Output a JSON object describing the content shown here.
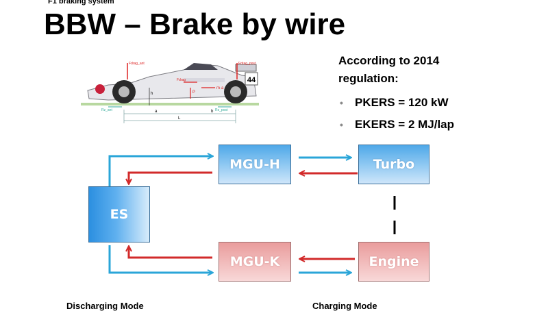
{
  "header": {
    "small_title": "F1 braking system",
    "main_title": "BBW – Brake by wire"
  },
  "regulation": {
    "line1": "According to 2014",
    "line2": "regulation:",
    "items": [
      "PKERS = 120 kW",
      "EKERS = 2 MJ/lap"
    ]
  },
  "car_figure": {
    "car_number": "44",
    "labels": {
      "f_drag_front": "Fdrag_ant",
      "f_drag_rear": "Fdrag_post",
      "f_drag": "Fdrag",
      "f_inertia": "m·a",
      "weight": "P",
      "height": "h",
      "r_front": "Rz_ant",
      "r_rear": "Rz_post",
      "dim_a": "a",
      "dim_b": "b",
      "dim_l": "L"
    }
  },
  "diagram": {
    "nodes": {
      "es": "ES",
      "mgu_h": "MGU-H",
      "turbo": "Turbo",
      "mgu_k": "MGU-K",
      "engine": "Engine"
    },
    "colors": {
      "discharge_arrow": "#2aa5d8",
      "charge_arrow": "#d22a2a",
      "link": "#000000"
    },
    "modes": {
      "discharging": "Discharging Mode",
      "charging": "Charging Mode"
    }
  }
}
